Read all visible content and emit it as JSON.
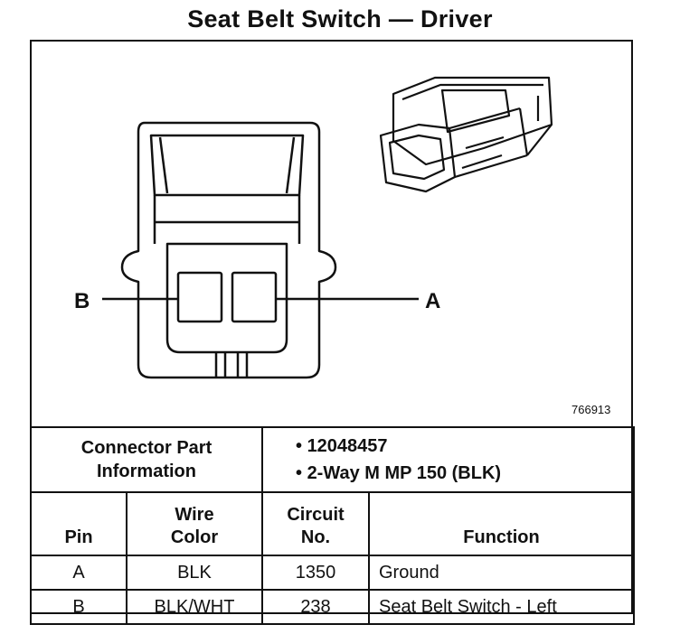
{
  "title": "Seat Belt Switch — Driver",
  "figure_code": "766913",
  "pin_labels": {
    "left": "B",
    "right": "A"
  },
  "connector": {
    "label_line1": "Connector Part",
    "label_line2": "Information",
    "items": [
      "12048457",
      "2-Way M MP 150 (BLK)"
    ]
  },
  "table": {
    "headers": {
      "pin": "Pin",
      "wire_line1": "Wire",
      "wire_line2": "Color",
      "circuit_line1": "Circuit",
      "circuit_line2": "No.",
      "function": "Function"
    },
    "rows": [
      {
        "pin": "A",
        "color": "BLK",
        "circuit": "1350",
        "function": "Ground"
      },
      {
        "pin": "B",
        "color": "BLK/WHT",
        "circuit": "238",
        "function": "Seat Belt Switch - Left"
      }
    ]
  }
}
